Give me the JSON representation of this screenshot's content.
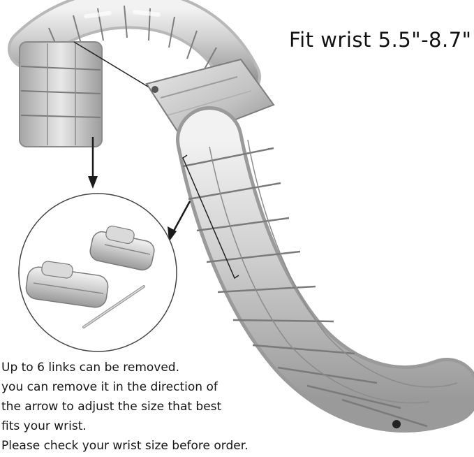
{
  "headline": "Fit wrist 5.5\"-8.7\"",
  "instructions": [
    "Up to 6 links can be removed.",
    "you can remove it in the direction of",
    "the arrow to adjust the size that best",
    "fits your wrist.",
    "Please check your wrist size before order."
  ],
  "colors": {
    "metal_light": "#e4e4e4",
    "metal_mid": "#bdbdbd",
    "metal_dark": "#8a8a8a",
    "outline": "#6e6e6e",
    "arrow": "#1a1a1a"
  }
}
